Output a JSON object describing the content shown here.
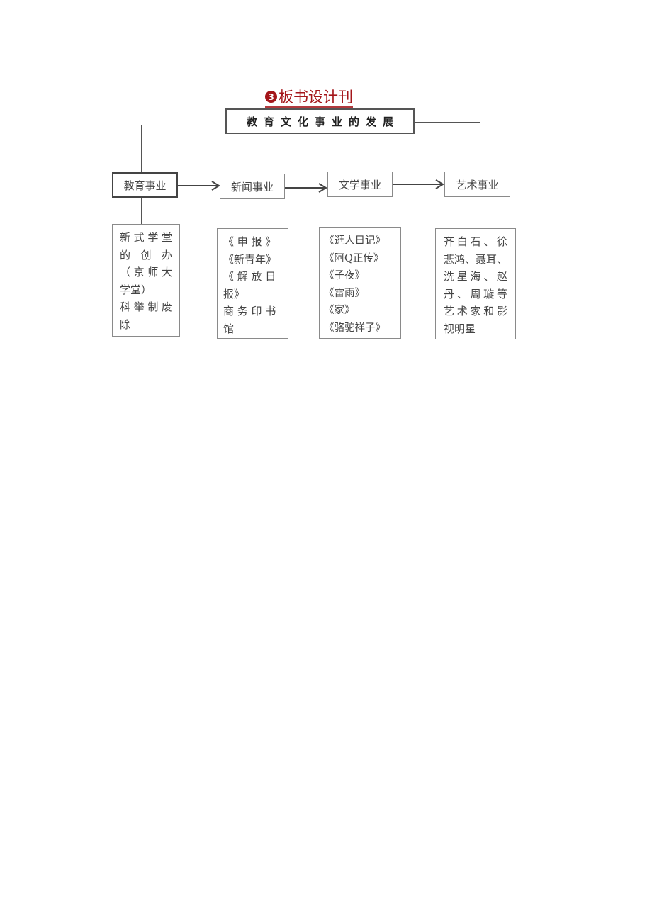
{
  "heading": {
    "number": "3",
    "text": "板书设计刊",
    "color": "#a4161a"
  },
  "diagram": {
    "title": "教育文化事业的发展",
    "categories": [
      {
        "label": "教育事业",
        "details": [
          "新式学堂",
          "的 创 办",
          "（京师大",
          "学堂）",
          "科举制废",
          "除"
        ]
      },
      {
        "label": "新闻事业",
        "details": [
          "《 申 报 》",
          "《新青年》",
          "《 解 放 日",
          "报》",
          "商 务 印 书",
          "馆"
        ]
      },
      {
        "label": "文学事业",
        "details": [
          "《逛人日记》",
          "《阿Q正传》",
          "《子夜》",
          "《雷雨》",
          "《家》",
          "《骆驼祥子》"
        ]
      },
      {
        "label": "艺术事业",
        "details": [
          "齐白石、徐",
          "悲鸿、聂耳、",
          "洗星海、赵",
          "丹、周璇等",
          "艺术家和影",
          "视明星"
        ]
      }
    ],
    "flow": [
      "教育事业",
      "新闻事业",
      "文学事业",
      "艺术事业"
    ]
  }
}
